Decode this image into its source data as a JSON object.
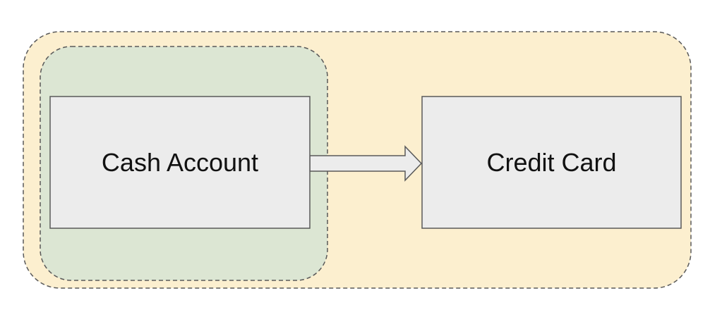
{
  "nodes": {
    "cash_account": {
      "label": "Cash Account"
    },
    "credit_card": {
      "label": "Credit Card"
    }
  },
  "edges": [
    {
      "from": "cash_account",
      "to": "credit_card",
      "style": "block-arrow"
    }
  ],
  "colors": {
    "outer_group_fill": "#fcefcf",
    "inner_group_fill": "#dce6d3",
    "box_fill": "#ececec",
    "box_stroke": "#595959",
    "group_stroke": "#595959",
    "arrow_fill": "#ececec",
    "text": "#111111"
  }
}
